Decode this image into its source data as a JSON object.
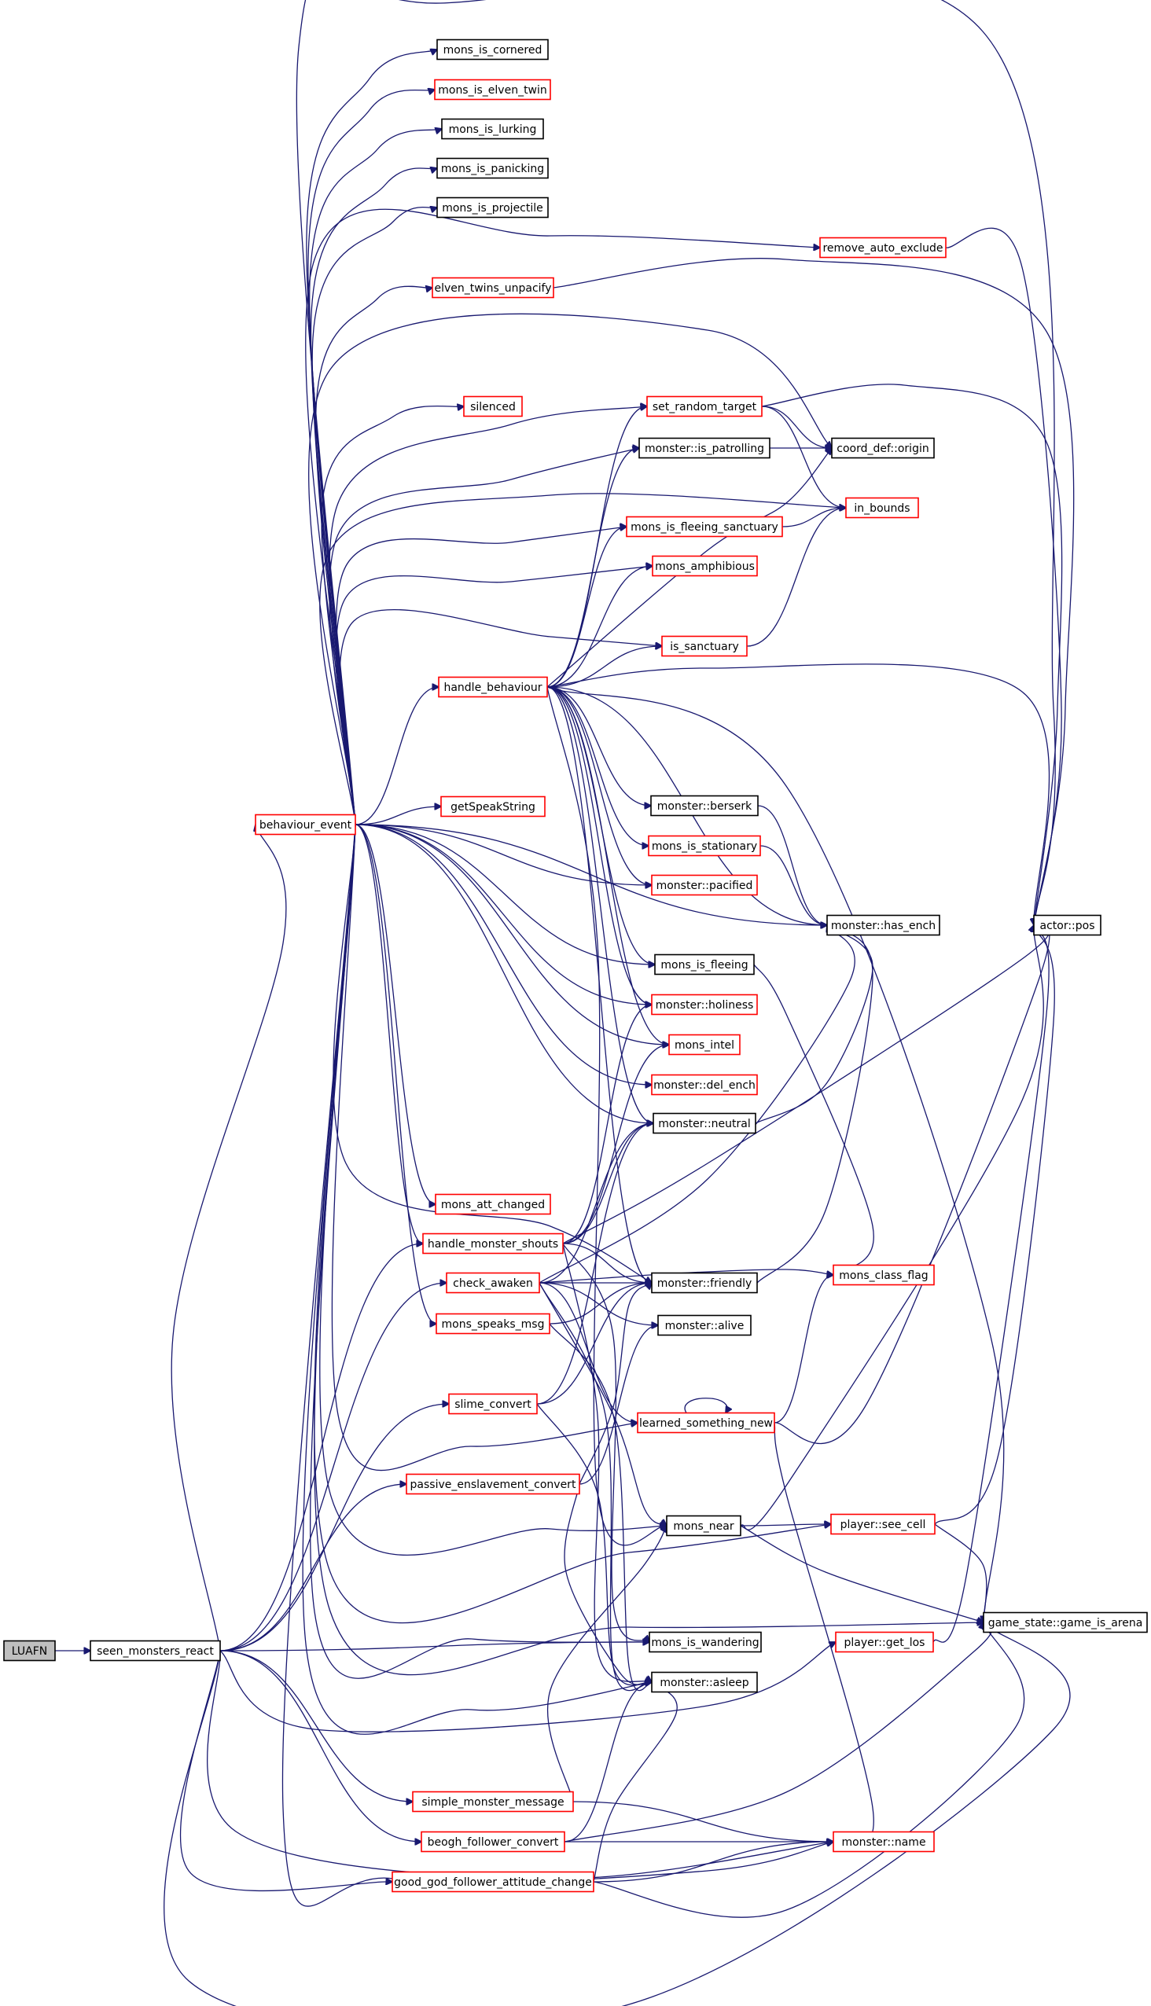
{
  "diagram": {
    "type": "call-graph",
    "colors": {
      "edge": "#191970",
      "normal_border": "#000000",
      "truncated_border": "#ff0000",
      "root_fill": "#bfbfbf",
      "node_fill": "#ffffff"
    },
    "nodes": [
      {
        "id": "LUAFN",
        "label": "LUAFN",
        "style": "root"
      },
      {
        "id": "seen_monsters_react",
        "label": "seen_monsters_react",
        "style": "normal"
      },
      {
        "id": "behaviour_event",
        "label": "behaviour_event",
        "style": "truncated"
      },
      {
        "id": "mons_is_cornered",
        "label": "mons_is_cornered",
        "style": "normal"
      },
      {
        "id": "mons_is_elven_twin",
        "label": "mons_is_elven_twin",
        "style": "truncated"
      },
      {
        "id": "mons_is_lurking",
        "label": "mons_is_lurking",
        "style": "normal"
      },
      {
        "id": "mons_is_panicking",
        "label": "mons_is_panicking",
        "style": "normal"
      },
      {
        "id": "mons_is_projectile",
        "label": "mons_is_projectile",
        "style": "normal"
      },
      {
        "id": "remove_auto_exclude",
        "label": "remove_auto_exclude",
        "style": "truncated"
      },
      {
        "id": "elven_twins_unpacify",
        "label": "elven_twins_unpacify",
        "style": "truncated"
      },
      {
        "id": "silenced",
        "label": "silenced",
        "style": "truncated"
      },
      {
        "id": "set_random_target",
        "label": "set_random_target",
        "style": "truncated"
      },
      {
        "id": "monster_is_patrolling",
        "label": "monster::is_patrolling",
        "style": "normal"
      },
      {
        "id": "coord_def_origin",
        "label": "coord_def::origin",
        "style": "normal"
      },
      {
        "id": "in_bounds",
        "label": "in_bounds",
        "style": "truncated"
      },
      {
        "id": "mons_is_fleeing_sanctuary",
        "label": "mons_is_fleeing_sanctuary",
        "style": "truncated"
      },
      {
        "id": "mons_amphibious",
        "label": "mons_amphibious",
        "style": "truncated"
      },
      {
        "id": "is_sanctuary",
        "label": "is_sanctuary",
        "style": "truncated"
      },
      {
        "id": "handle_behaviour",
        "label": "handle_behaviour",
        "style": "truncated"
      },
      {
        "id": "getSpeakString",
        "label": "getSpeakString",
        "style": "truncated"
      },
      {
        "id": "monster_berserk",
        "label": "monster::berserk",
        "style": "normal"
      },
      {
        "id": "mons_is_stationary",
        "label": "mons_is_stationary",
        "style": "truncated"
      },
      {
        "id": "monster_pacified",
        "label": "monster::pacified",
        "style": "truncated"
      },
      {
        "id": "monster_has_ench",
        "label": "monster::has_ench",
        "style": "normal"
      },
      {
        "id": "actor_pos",
        "label": "actor::pos",
        "style": "normal"
      },
      {
        "id": "mons_is_fleeing",
        "label": "mons_is_fleeing",
        "style": "normal"
      },
      {
        "id": "monster_holiness",
        "label": "monster::holiness",
        "style": "truncated"
      },
      {
        "id": "mons_intel",
        "label": "mons_intel",
        "style": "truncated"
      },
      {
        "id": "monster_del_ench",
        "label": "monster::del_ench",
        "style": "truncated"
      },
      {
        "id": "monster_neutral",
        "label": "monster::neutral",
        "style": "normal"
      },
      {
        "id": "mons_att_changed",
        "label": "mons_att_changed",
        "style": "truncated"
      },
      {
        "id": "handle_monster_shouts",
        "label": "handle_monster_shouts",
        "style": "truncated"
      },
      {
        "id": "mons_class_flag",
        "label": "mons_class_flag",
        "style": "truncated"
      },
      {
        "id": "check_awaken",
        "label": "check_awaken",
        "style": "truncated"
      },
      {
        "id": "monster_friendly",
        "label": "monster::friendly",
        "style": "normal"
      },
      {
        "id": "mons_speaks_msg",
        "label": "mons_speaks_msg",
        "style": "truncated"
      },
      {
        "id": "monster_alive",
        "label": "monster::alive",
        "style": "normal"
      },
      {
        "id": "slime_convert",
        "label": "slime_convert",
        "style": "truncated"
      },
      {
        "id": "learned_something_new",
        "label": "learned_something_new",
        "style": "truncated"
      },
      {
        "id": "passive_enslavement_convert",
        "label": "passive_enslavement_convert",
        "style": "truncated"
      },
      {
        "id": "mons_near",
        "label": "mons_near",
        "style": "normal"
      },
      {
        "id": "player_see_cell",
        "label": "player::see_cell",
        "style": "truncated"
      },
      {
        "id": "game_state_game_is_arena",
        "label": "game_state::game_is_arena",
        "style": "normal"
      },
      {
        "id": "mons_is_wandering",
        "label": "mons_is_wandering",
        "style": "normal"
      },
      {
        "id": "player_get_los",
        "label": "player::get_los",
        "style": "truncated"
      },
      {
        "id": "monster_asleep",
        "label": "monster::asleep",
        "style": "normal"
      },
      {
        "id": "simple_monster_message",
        "label": "simple_monster_message",
        "style": "truncated"
      },
      {
        "id": "beogh_follower_convert",
        "label": "beogh_follower_convert",
        "style": "truncated"
      },
      {
        "id": "monster_name",
        "label": "monster::name",
        "style": "truncated"
      },
      {
        "id": "good_god_follower_attitude_change",
        "label": "good_god_follower_attitude_change",
        "style": "truncated"
      }
    ],
    "edges": [
      [
        "LUAFN",
        "seen_monsters_react"
      ],
      [
        "seen_monsters_react",
        "behaviour_event"
      ],
      [
        "seen_monsters_react",
        "handle_monster_shouts"
      ],
      [
        "seen_monsters_react",
        "check_awaken"
      ],
      [
        "seen_monsters_react",
        "slime_convert"
      ],
      [
        "seen_monsters_react",
        "passive_enslavement_convert"
      ],
      [
        "seen_monsters_react",
        "mons_is_wandering"
      ],
      [
        "seen_monsters_react",
        "player_get_los"
      ],
      [
        "seen_monsters_react",
        "simple_monster_message"
      ],
      [
        "seen_monsters_react",
        "beogh_follower_convert"
      ],
      [
        "seen_monsters_react",
        "good_god_follower_attitude_change"
      ],
      [
        "seen_monsters_react",
        "game_state_game_is_arena"
      ],
      [
        "seen_monsters_react",
        "monster_name"
      ],
      [
        "behaviour_event",
        "mons_is_cornered"
      ],
      [
        "behaviour_event",
        "mons_is_elven_twin"
      ],
      [
        "behaviour_event",
        "mons_is_lurking"
      ],
      [
        "behaviour_event",
        "mons_is_panicking"
      ],
      [
        "behaviour_event",
        "mons_is_projectile"
      ],
      [
        "behaviour_event",
        "remove_auto_exclude"
      ],
      [
        "behaviour_event",
        "elven_twins_unpacify"
      ],
      [
        "behaviour_event",
        "silenced"
      ],
      [
        "behaviour_event",
        "set_random_target"
      ],
      [
        "behaviour_event",
        "monster_is_patrolling"
      ],
      [
        "behaviour_event",
        "coord_def_origin"
      ],
      [
        "behaviour_event",
        "in_bounds"
      ],
      [
        "behaviour_event",
        "mons_is_fleeing_sanctuary"
      ],
      [
        "behaviour_event",
        "mons_amphibious"
      ],
      [
        "behaviour_event",
        "is_sanctuary"
      ],
      [
        "behaviour_event",
        "handle_behaviour"
      ],
      [
        "behaviour_event",
        "getSpeakString"
      ],
      [
        "behaviour_event",
        "monster_pacified"
      ],
      [
        "behaviour_event",
        "monster_has_ench"
      ],
      [
        "behaviour_event",
        "mons_is_fleeing"
      ],
      [
        "behaviour_event",
        "monster_holiness"
      ],
      [
        "behaviour_event",
        "mons_intel"
      ],
      [
        "behaviour_event",
        "monster_del_ench"
      ],
      [
        "behaviour_event",
        "monster_neutral"
      ],
      [
        "behaviour_event",
        "mons_att_changed"
      ],
      [
        "behaviour_event",
        "handle_monster_shouts"
      ],
      [
        "behaviour_event",
        "monster_friendly"
      ],
      [
        "behaviour_event",
        "mons_speaks_msg"
      ],
      [
        "behaviour_event",
        "learned_something_new"
      ],
      [
        "behaviour_event",
        "mons_near"
      ],
      [
        "behaviour_event",
        "player_see_cell"
      ],
      [
        "behaviour_event",
        "game_state_game_is_arena"
      ],
      [
        "behaviour_event",
        "mons_is_wandering"
      ],
      [
        "behaviour_event",
        "monster_asleep"
      ],
      [
        "behaviour_event",
        "monster_name"
      ],
      [
        "behaviour_event",
        "actor_pos"
      ],
      [
        "remove_auto_exclude",
        "actor_pos"
      ],
      [
        "elven_twins_unpacify",
        "actor_pos"
      ],
      [
        "set_random_target",
        "coord_def_origin"
      ],
      [
        "set_random_target",
        "in_bounds"
      ],
      [
        "set_random_target",
        "actor_pos"
      ],
      [
        "monster_is_patrolling",
        "coord_def_origin"
      ],
      [
        "mons_is_fleeing_sanctuary",
        "in_bounds"
      ],
      [
        "is_sanctuary",
        "in_bounds"
      ],
      [
        "handle_behaviour",
        "set_random_target"
      ],
      [
        "handle_behaviour",
        "monster_is_patrolling"
      ],
      [
        "handle_behaviour",
        "coord_def_origin"
      ],
      [
        "handle_behaviour",
        "mons_is_fleeing_sanctuary"
      ],
      [
        "handle_behaviour",
        "mons_amphibious"
      ],
      [
        "handle_behaviour",
        "is_sanctuary"
      ],
      [
        "handle_behaviour",
        "monster_berserk"
      ],
      [
        "handle_behaviour",
        "mons_is_stationary"
      ],
      [
        "handle_behaviour",
        "monster_pacified"
      ],
      [
        "handle_behaviour",
        "monster_has_ench"
      ],
      [
        "handle_behaviour",
        "mons_is_fleeing"
      ],
      [
        "handle_behaviour",
        "monster_holiness"
      ],
      [
        "handle_behaviour",
        "mons_intel"
      ],
      [
        "handle_behaviour",
        "monster_neutral"
      ],
      [
        "handle_behaviour",
        "monster_friendly"
      ],
      [
        "handle_behaviour",
        "mons_near"
      ],
      [
        "handle_behaviour",
        "actor_pos"
      ],
      [
        "handle_behaviour",
        "game_state_game_is_arena"
      ],
      [
        "monster_berserk",
        "monster_has_ench"
      ],
      [
        "mons_is_stationary",
        "monster_has_ench"
      ],
      [
        "mons_is_fleeing",
        "mons_class_flag"
      ],
      [
        "monster_neutral",
        "monster_has_ench"
      ],
      [
        "monster_friendly",
        "monster_has_ench"
      ],
      [
        "handle_monster_shouts",
        "monster_holiness"
      ],
      [
        "handle_monster_shouts",
        "mons_intel"
      ],
      [
        "handle_monster_shouts",
        "monster_neutral"
      ],
      [
        "handle_monster_shouts",
        "monster_friendly"
      ],
      [
        "handle_monster_shouts",
        "actor_pos"
      ],
      [
        "handle_monster_shouts",
        "mons_is_wandering"
      ],
      [
        "handle_monster_shouts",
        "monster_asleep"
      ],
      [
        "check_awaken",
        "monster_friendly"
      ],
      [
        "check_awaken",
        "monster_neutral"
      ],
      [
        "check_awaken",
        "mons_class_flag"
      ],
      [
        "check_awaken",
        "monster_alive"
      ],
      [
        "check_awaken",
        "monster_has_ench"
      ],
      [
        "check_awaken",
        "learned_something_new"
      ],
      [
        "check_awaken",
        "monster_asleep"
      ],
      [
        "check_awaken",
        "mons_near"
      ],
      [
        "mons_speaks_msg",
        "monster_friendly"
      ],
      [
        "mons_speaks_msg",
        "monster_asleep"
      ],
      [
        "slime_convert",
        "monster_friendly"
      ],
      [
        "slime_convert",
        "monster_neutral"
      ],
      [
        "slime_convert",
        "monster_asleep"
      ],
      [
        "learned_something_new",
        "learned_something_new"
      ],
      [
        "learned_something_new",
        "mons_class_flag"
      ],
      [
        "learned_something_new",
        "actor_pos"
      ],
      [
        "learned_something_new",
        "monster_name"
      ],
      [
        "passive_enslavement_convert",
        "monster_friendly"
      ],
      [
        "passive_enslavement_convert",
        "monster_alive"
      ],
      [
        "passive_enslavement_convert",
        "monster_asleep"
      ],
      [
        "mons_near",
        "player_see_cell"
      ],
      [
        "mons_near",
        "actor_pos"
      ],
      [
        "mons_near",
        "game_state_game_is_arena"
      ],
      [
        "player_see_cell",
        "actor_pos"
      ],
      [
        "player_see_cell",
        "game_state_game_is_arena"
      ],
      [
        "player_get_los",
        "actor_pos"
      ],
      [
        "simple_monster_message",
        "mons_near"
      ],
      [
        "simple_monster_message",
        "monster_name"
      ],
      [
        "beogh_follower_convert",
        "monster_asleep"
      ],
      [
        "beogh_follower_convert",
        "monster_name"
      ],
      [
        "beogh_follower_convert",
        "game_state_game_is_arena"
      ],
      [
        "good_god_follower_attitude_change",
        "monster_asleep"
      ],
      [
        "good_god_follower_attitude_change",
        "monster_name"
      ],
      [
        "good_god_follower_attitude_change",
        "game_state_game_is_arena"
      ]
    ]
  }
}
